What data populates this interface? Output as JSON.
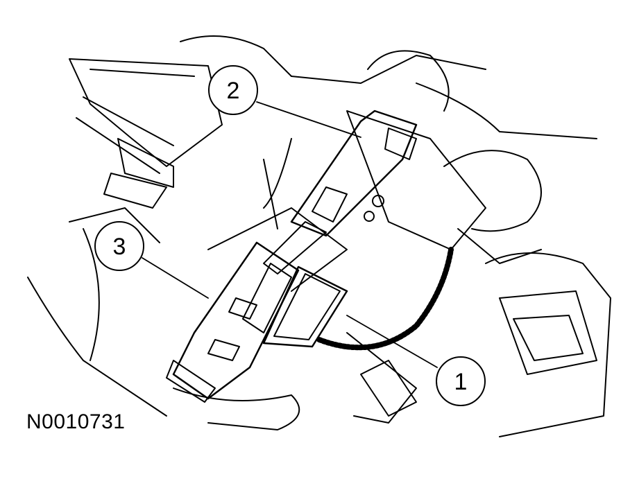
{
  "figure": {
    "id": "N0010731"
  },
  "callouts": [
    {
      "label": "1"
    },
    {
      "label": "2"
    },
    {
      "label": "3"
    }
  ]
}
